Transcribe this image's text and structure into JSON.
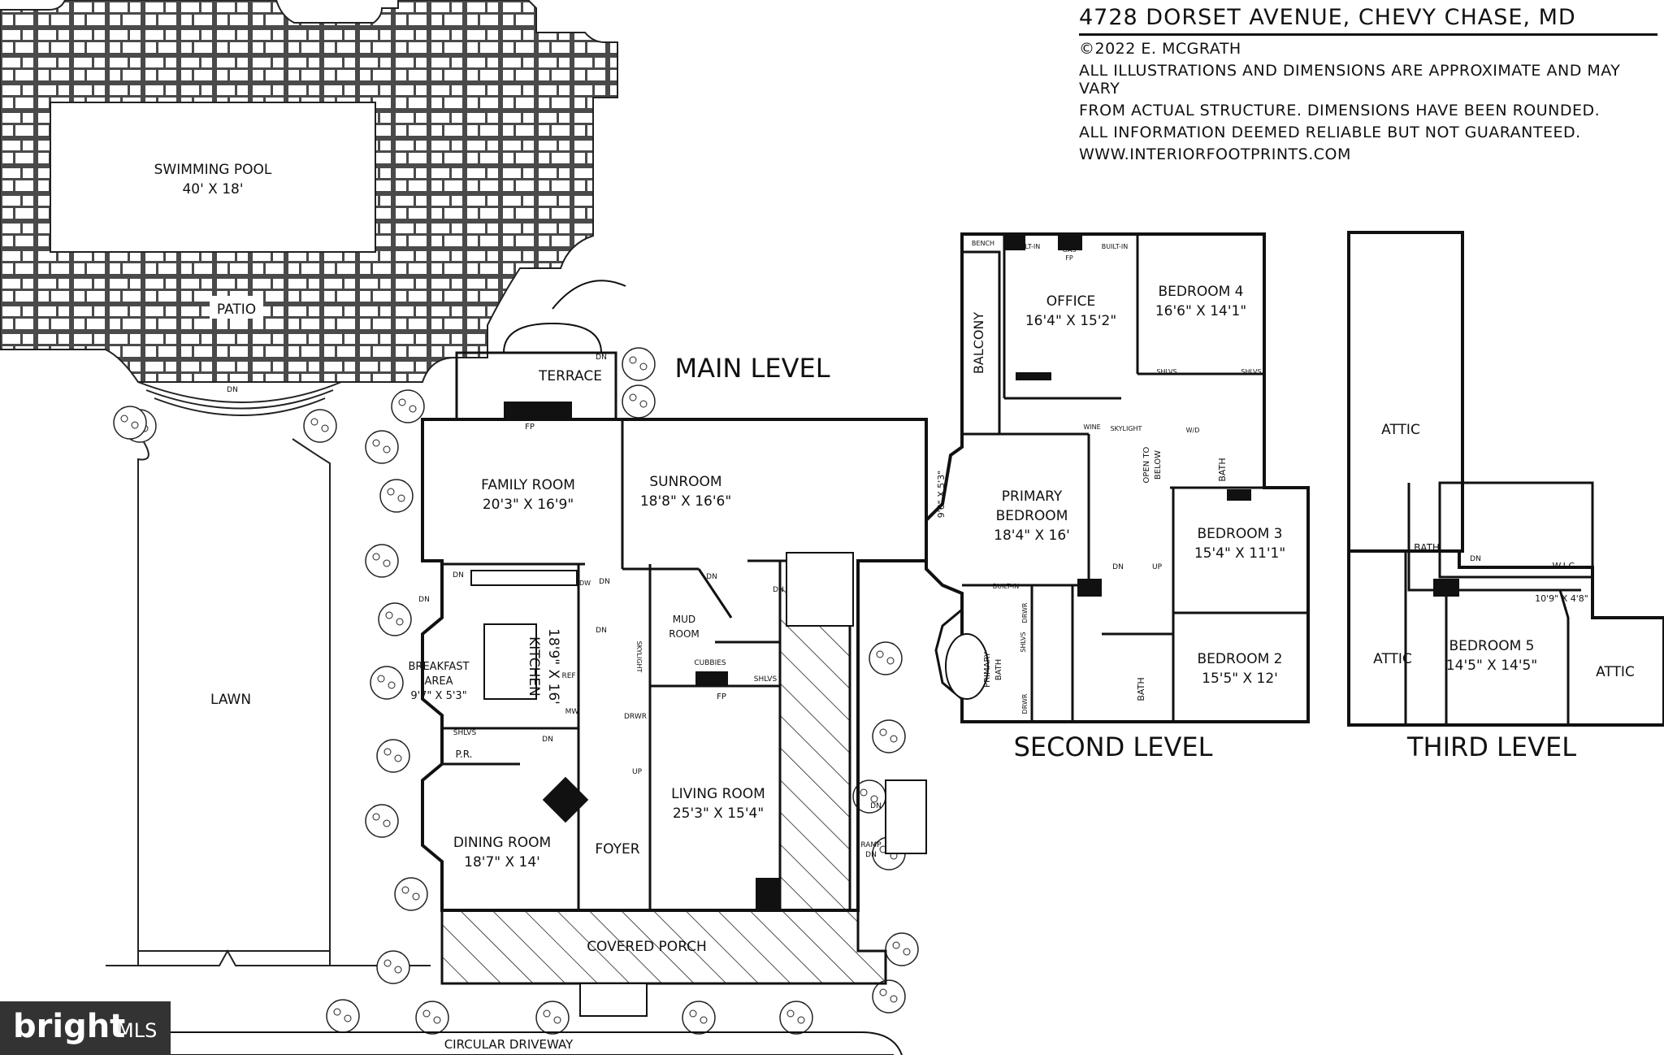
{
  "header": {
    "address": "4728 DORSET AVENUE, CHEVY CHASE, MD",
    "copyright": "©2022 E. MCGRATH",
    "disclaimer_1": "ALL ILLUSTRATIONS AND DIMENSIONS ARE APPROXIMATE AND MAY VARY",
    "disclaimer_2": "FROM ACTUAL STRUCTURE. DIMENSIONS HAVE BEEN ROUNDED.",
    "disclaimer_3": "ALL INFORMATION DEEMED RELIABLE BUT NOT GUARANTEED.",
    "website": "WWW.INTERIORFOOTPRINTS.COM"
  },
  "levels": {
    "main": "MAIN LEVEL",
    "second": "SECOND LEVEL",
    "third": "THIRD LEVEL"
  },
  "outdoor": {
    "pool": "SWIMMING POOL",
    "pool_dim": "40' X 18'",
    "patio": "PATIO",
    "lawn": "LAWN",
    "terrace": "TERRACE",
    "porch": "COVERED PORCH",
    "driveway": "CIRCULAR DRIVEWAY"
  },
  "main": {
    "family": "FAMILY ROOM",
    "family_dim": "20'3\" X 16'9\"",
    "sunroom": "SUNROOM",
    "sunroom_dim": "18'8\" X 16'6\"",
    "kitchen": "KITCHEN",
    "kitchen_dim": "18'9\" X 16'",
    "breakfast_1": "BREAKFAST",
    "breakfast_2": "AREA",
    "breakfast_dim": "9'7\" X 5'3\"",
    "mud_1": "MUD",
    "mud_2": "ROOM",
    "living": "LIVING ROOM",
    "living_dim": "25'3\" X 15'4\"",
    "dining": "DINING ROOM",
    "dining_dim": "18'7\" X 14'",
    "foyer": "FOYER",
    "pr": "P.R.",
    "fp": "FP",
    "dn": "DN",
    "up": "UP",
    "ref": "REF",
    "mw": "MW",
    "dw": "DW",
    "shlvs": "SHLVS",
    "cubbies": "CUBBIES",
    "skylight": "SKYLIGHT",
    "drwr": "DRWR",
    "ramp": "RAMP",
    "ramp_dn": "DN"
  },
  "second": {
    "office": "OFFICE",
    "office_dim": "16'4\" X 15'2\"",
    "bed4": "BEDROOM 4",
    "bed4_dim": "16'6\" X 14'1\"",
    "balcony": "BALCONY",
    "bench": "BENCH",
    "builtin": "BUILT-IN",
    "gas": "GAS",
    "fp": "FP",
    "wine": "WINE",
    "primary_1": "PRIMARY",
    "primary_2": "BEDROOM",
    "primary_dim": "18'4\" X 16'",
    "bay_dim": "9'6\" X 5'3\"",
    "bed3": "BEDROOM 3",
    "bed3_dim": "15'4\" X 11'1\"",
    "bed2": "BEDROOM 2",
    "bed2_dim": "15'5\" X 12'",
    "bath": "BATH",
    "primary_bath_1": "PRIMARY",
    "primary_bath_2": "BATH",
    "skylight": "SKYLIGHT",
    "open_1": "OPEN TO",
    "open_2": "BELOW",
    "wd": "W/D",
    "shlvs": "SHLVS",
    "drwr": "DRWR",
    "dn": "DN",
    "up": "UP"
  },
  "third": {
    "attic": "ATTIC",
    "bath": "BATH",
    "wic": "W.I.C.",
    "wic_dim": "10'9\" X 4'8\"",
    "bed5": "BEDROOM 5",
    "bed5_dim": "14'5\" X 14'5\"",
    "dn": "DN"
  },
  "logo": {
    "brand": "bright",
    "suffix": "MLS"
  }
}
